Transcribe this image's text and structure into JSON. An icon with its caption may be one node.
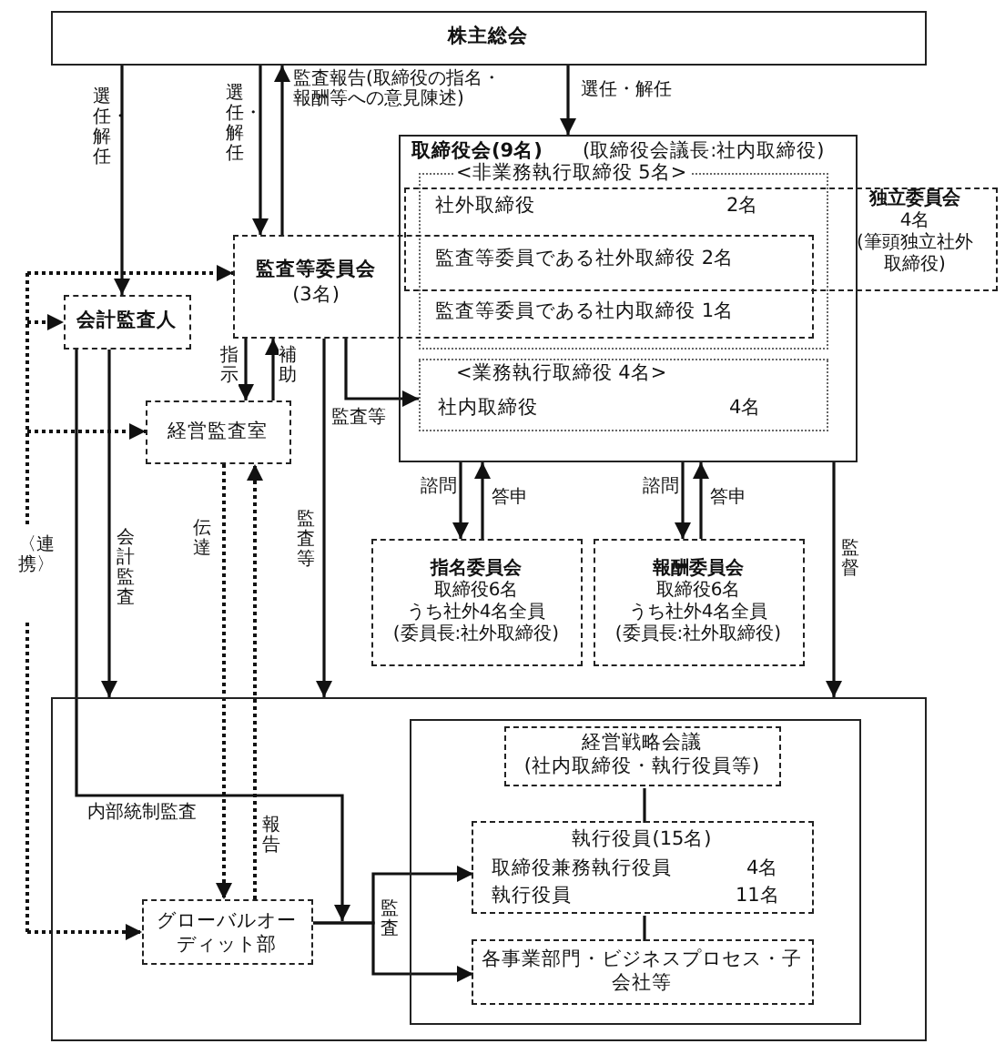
{
  "diagram": {
    "nodes": [
      {
        "text": [
          "株主総会"
        ]
      },
      {
        "text": [
          "取締役会(9名)",
          "(取締役会議長:社内取締役)"
        ]
      },
      {
        "text": [
          "<非業務執行取締役 5名>"
        ],
        "in": 1
      },
      {
        "text": [
          "社外取締役",
          "2名",
          "独立委員会",
          "4名",
          "(筆頭独立社外取締役)"
        ]
      },
      {
        "text": [
          "監査等委員会",
          "(3名)",
          "監査等委員である社外取締役 2名",
          "監査等委員である社内取締役 1名"
        ]
      },
      {
        "text": [
          "<業務執行取締役 4名>",
          "社内取締役",
          "4名"
        ],
        "in": 1
      },
      {
        "text": [
          "会計監査人"
        ]
      },
      {
        "text": [
          "経営監査室"
        ]
      },
      {
        "text": [
          "指名委員会",
          "取締役6名",
          "うち社外4名全員",
          "(委員長:社外取締役)"
        ]
      },
      {
        "text": [
          "報酬委員会",
          "取締役6名",
          "うち社外4名全員",
          "(委員長:社外取締役)"
        ]
      },
      {
        "text": [],
        "shape": "box"
      },
      {
        "text": [
          "グローバルオーディット部"
        ],
        "in": 10
      },
      {
        "text": [],
        "shape": "box",
        "in": 10
      },
      {
        "text": [
          "経営戦略会議",
          "(社内取締役・執行役員等)"
        ],
        "in": 12
      },
      {
        "text": [
          "執行役員(15名)",
          "取締役兼務執行役員",
          "4名",
          "執行役員",
          "11名"
        ],
        "in": 12
      },
      {
        "text": [
          "各事業部門・ビジネスプロセス・子会社等"
        ],
        "in": 12
      }
    ],
    "edges": [
      {
        "from": 0,
        "to": 6,
        "arrow": "to",
        "label": "選任・解任"
      },
      {
        "from": 0,
        "to": 4,
        "arrow": "to",
        "label": "選任・解任"
      },
      {
        "from": 4,
        "to": 0,
        "arrow": "to",
        "label": "監査報告(取締役の指名・報酬等への意見陳述)"
      },
      {
        "from": 0,
        "to": 1,
        "arrow": "to",
        "label": "選任・解任"
      },
      {
        "from": null,
        "to": 4,
        "arrow": "to",
        "style": "dashed"
      },
      {
        "from": null,
        "to": 6,
        "arrow": "to",
        "style": "dashed"
      },
      {
        "from": null,
        "to": 7,
        "arrow": "to",
        "style": "dashed"
      },
      {
        "from": null,
        "to": 11,
        "arrow": "to",
        "style": "dashed"
      },
      {
        "from": 4,
        "to": 7,
        "arrow": "to",
        "label": "指示"
      },
      {
        "from": 7,
        "to": 4,
        "arrow": "to",
        "label": "補助"
      },
      {
        "from": 4,
        "to": 5,
        "arrow": "to",
        "label": "監査等"
      },
      {
        "from": 4,
        "to": 10,
        "arrow": "to",
        "label": "監査等"
      },
      {
        "from": 6,
        "to": 10,
        "arrow": "to",
        "label": "会計監査"
      },
      {
        "from": 6,
        "to": 11,
        "arrow": "to",
        "label": "内部統制監査"
      },
      {
        "from": 7,
        "to": 11,
        "arrow": "to",
        "style": "dashed",
        "label": "伝達"
      },
      {
        "from": 11,
        "to": 7,
        "arrow": "to",
        "style": "dashed",
        "label": "報告"
      },
      {
        "from": 1,
        "to": 8,
        "arrow": "to",
        "label": "諮問"
      },
      {
        "from": 8,
        "to": 1,
        "arrow": "to",
        "label": "答申"
      },
      {
        "from": 1,
        "to": 9,
        "arrow": "to",
        "label": "諮問"
      },
      {
        "from": 9,
        "to": 1,
        "arrow": "to",
        "label": "答申"
      },
      {
        "from": 1,
        "to": 10,
        "arrow": "to",
        "label": "監督"
      },
      {
        "from": 11,
        "to": 14,
        "arrow": "to",
        "label": "監査"
      },
      {
        "from": 11,
        "to": 15,
        "arrow": "to"
      },
      {
        "from": 13,
        "to": 14,
        "arrow": "none"
      },
      {
        "from": 14,
        "to": 15,
        "arrow": "none"
      }
    ],
    "labels": [
      "〈連携〉"
    ]
  }
}
